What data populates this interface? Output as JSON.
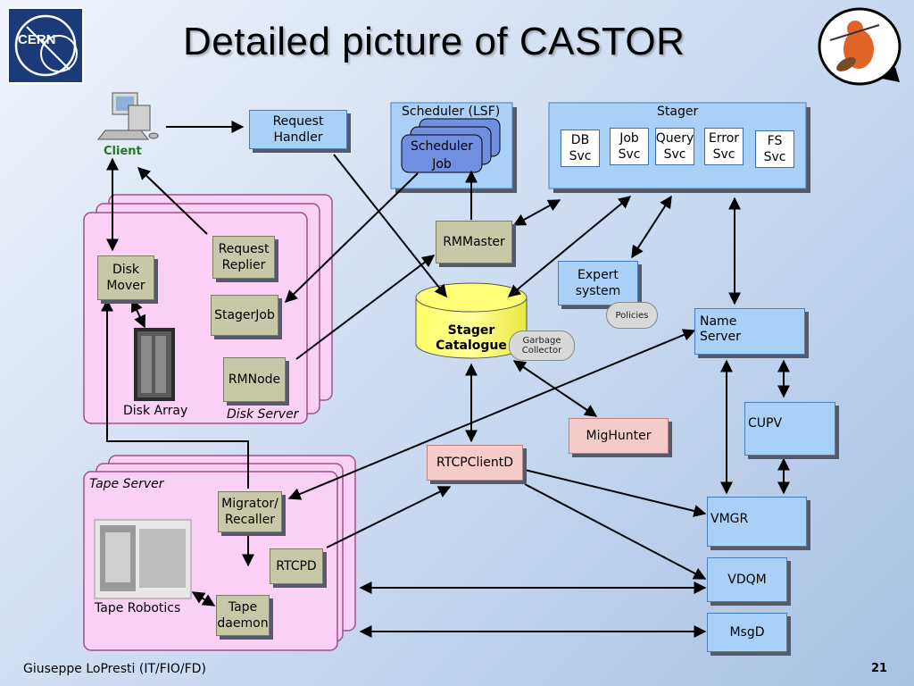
{
  "title": "Detailed picture of CASTOR",
  "footer": {
    "author": "Giuseppe LoPresti (IT/FIO/FD)",
    "page": "21"
  },
  "logos": {
    "cern": "CERN"
  },
  "client": {
    "label": "Client"
  },
  "request_handler": {
    "label": "Request\nHandler"
  },
  "scheduler": {
    "title": "Scheduler (LSF)",
    "job_label": "Scheduler\nJob"
  },
  "stager": {
    "title": "Stager",
    "services": [
      {
        "label": "DB\nSvc"
      },
      {
        "label": "Job\nSvc"
      },
      {
        "label": "Query\nSvc"
      },
      {
        "label": "Error\nSvc"
      },
      {
        "label": "FS\nSvc"
      }
    ]
  },
  "disk_server": {
    "label": "Disk Server",
    "disk_mover": "Disk\nMover",
    "request_replier": "Request\nReplier",
    "stager_job": "StagerJob",
    "rm_node": "RMNode",
    "disk_array": "Disk Array"
  },
  "rm_master": {
    "label": "RMMaster"
  },
  "expert_system": {
    "label": "Expert\nsystem",
    "policies": "Policies"
  },
  "stager_catalogue": {
    "label": "Stager\nCatalogue",
    "garbage_collector": "Garbage\nCollector"
  },
  "name_server": {
    "label": "Name\nServer"
  },
  "cupv": {
    "label": "CUPV"
  },
  "mig_hunter": {
    "label": "MigHunter"
  },
  "rtcp_client_d": {
    "label": "RTCPClientD"
  },
  "vmgr": {
    "label": "VMGR"
  },
  "vdqm": {
    "label": "VDQM"
  },
  "msgd": {
    "label": "MsgD"
  },
  "tape_server": {
    "label": "Tape Server",
    "migrator_recaller": "Migrator/\nRecaller",
    "rtcpd": "RTCPD",
    "tape_daemon": "Tape\ndaemon",
    "tape_robotics": "Tape Robotics"
  },
  "colors": {
    "olive_box": "#c8c8a8",
    "blue_box": "#a9d0f6",
    "pink_box": "#f8cbcb",
    "server_pink": "#fbd0f5",
    "catalogue_yellow": "#ffff55"
  }
}
